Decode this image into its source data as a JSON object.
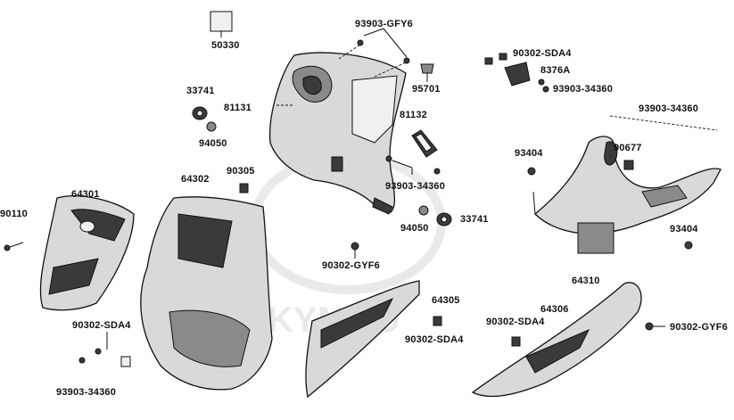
{
  "parts": {
    "p50330": "50330",
    "p93903_gfy6": "93903-GFY6",
    "p90302_sda4_top": "90302-SDA4",
    "p8376a": "8376A",
    "p93903_34360_top": "93903-34360",
    "p33741_left": "33741",
    "p81131": "81131",
    "p95701": "95701",
    "p93903_34360_right": "93903-34360",
    "p94050_left": "94050",
    "p81132": "81132",
    "p93404_top": "93404",
    "p90677": "90677",
    "p90305": "90305",
    "p64302": "64302",
    "p64301": "64301",
    "p90110": "90110",
    "p93903_34360_mid": "93903-34360",
    "p33741_right": "33741",
    "p94050_right": "94050",
    "p93404_bottom": "93404",
    "p90302_gyf6_mid": "90302-GYF6",
    "p64310": "64310",
    "p64305": "64305",
    "p64306": "64306",
    "p90302_sda4_left": "90302-SDA4",
    "p90302_sda4_mid": "90302-SDA4",
    "p90302_sda4_right": "90302-SDA4",
    "p90302_gyf6_right": "90302-GYF6",
    "p93903_34360_bottom": "93903-34360"
  },
  "watermark": "KYMCO"
}
